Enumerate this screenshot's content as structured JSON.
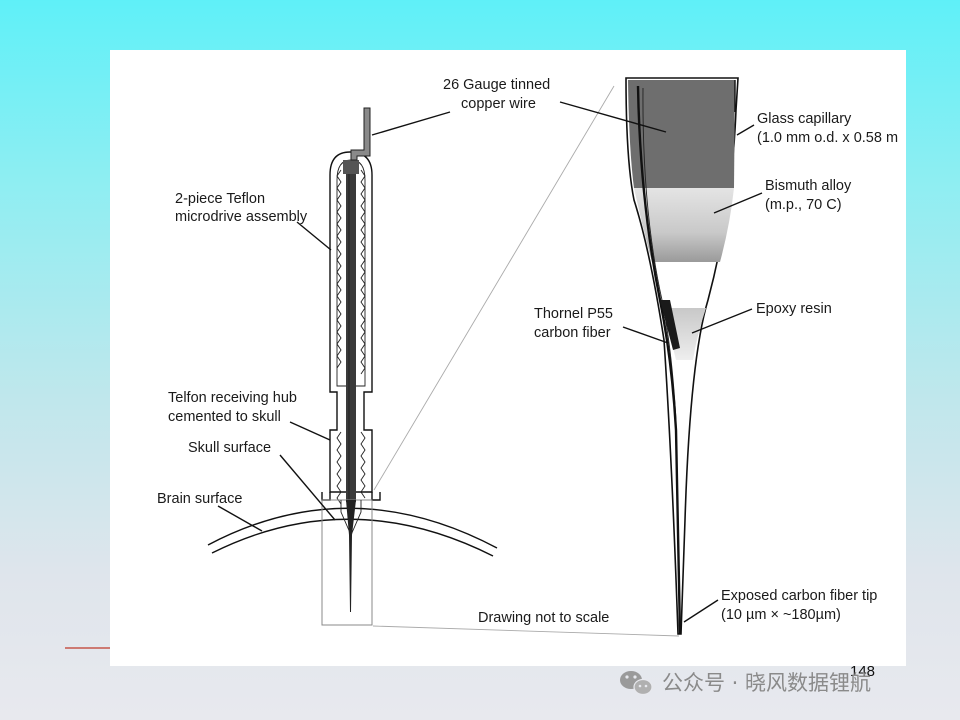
{
  "labels": {
    "copper_wire_l1": "26 Gauge tinned",
    "copper_wire_l2": "copper wire",
    "teflon_l1": "2-piece Teflon",
    "teflon_l2": "microdrive assembly",
    "hub_l1": "Telfon receiving hub",
    "hub_l2": "cemented to skull",
    "skull": "Skull surface",
    "brain": "Brain surface",
    "capillary_l1": "Glass capillary",
    "capillary_l2": "(1.0 mm o.d. x 0.58 m",
    "bismuth_l1": "Bismuth alloy",
    "bismuth_l2": "(m.p., 70 C)",
    "thornel_l1": "Thornel P55",
    "thornel_l2": "carbon fiber",
    "epoxy": "Epoxy resin",
    "tip_l1": "Exposed carbon fiber tip",
    "tip_l2": "(10 µm × ~180µm)",
    "scale_note": "Drawing not to scale"
  },
  "page_number": "148",
  "watermark": {
    "icon": "wechat-icon",
    "text": "公众号 · 晓风数据锂航"
  },
  "colors": {
    "capillary_fill": "#6e6e6e",
    "alloy_fill": "#cfcfcf",
    "accent_rule": "#c0392b"
  }
}
